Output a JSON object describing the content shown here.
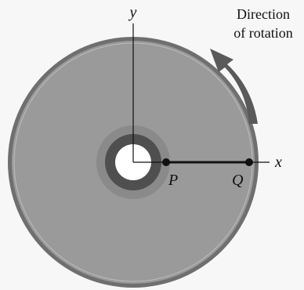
{
  "figure": {
    "axes": {
      "y_label": "y",
      "x_label": "x"
    },
    "points": {
      "p_label": "P",
      "q_label": "Q"
    },
    "rotation": {
      "caption_line1": "Direction",
      "caption_line2": "of rotation"
    },
    "colors": {
      "disc_fill": "#9a9a9a",
      "disc_rim": "#6f6f6f",
      "hub_light": "#8a8a8a",
      "hub_dark": "#4f4f4f",
      "hole_fill": "#ffffff",
      "segment": "#111111",
      "arrow": "#5a5a5a"
    }
  }
}
